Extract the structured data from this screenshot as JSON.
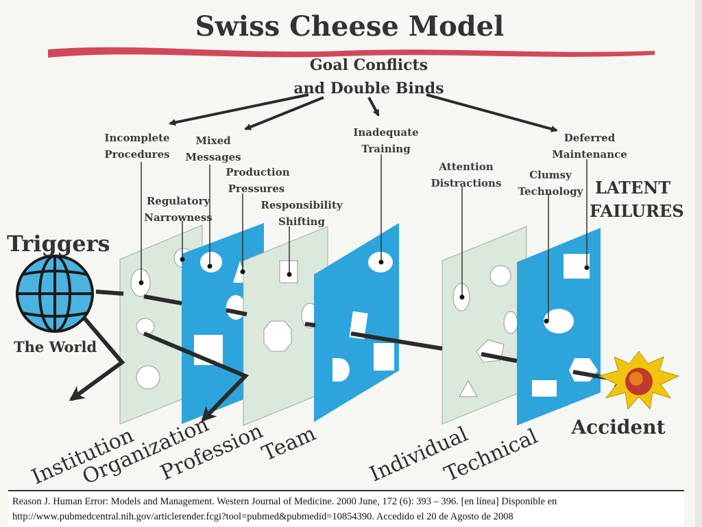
{
  "title": "Swiss Cheese Model",
  "colors": {
    "title_underline": "#d0485a",
    "light_panel": "#dbe8dc",
    "blue_panel": "#2ea4dc",
    "globe": "#4bb3e0",
    "arrow": "#2a2a2a",
    "accident_outer": "#f1c40f",
    "accident_inner": "#c0392b"
  },
  "goal_conflicts": [
    "Goal Conflicts",
    "and Double Binds"
  ],
  "latent_failures": [
    "LATENT",
    "FAILURES"
  ],
  "triggers": "Triggers",
  "the_world": "The World",
  "accident": "Accident",
  "failure_labels": {
    "incomplete_procedures": [
      "Incomplete",
      "Procedures"
    ],
    "mixed_messages": [
      "Mixed",
      "Messages"
    ],
    "production_pressures": [
      "Production",
      "Pressures"
    ],
    "regulatory_narrowness": [
      "Regulatory",
      "Narrowness"
    ],
    "responsibility_shifting": [
      "Responsibility",
      "Shifting"
    ],
    "inadequate_training": [
      "Inadequate",
      "Training"
    ],
    "attention_distractions": [
      "Attention",
      "Distractions"
    ],
    "clumsy_technology": [
      "Clumsy",
      "Technology"
    ],
    "deferred_maintenance": [
      "Deferred",
      "Maintenance"
    ]
  },
  "layers": [
    "Institution",
    "Organization",
    "Profession",
    "Team",
    "Individual",
    "Technical"
  ],
  "caption": {
    "line1": "Reason J. Human Error: Models and Management. Western Journal of Medicine. 2000 June, 172 (6): 393 – 396. [en línea] Disponible en",
    "line2": "http://www.pubmedcentral.nih.gov/articlerender.fcgi?tool=pubmed&pubmedid=10854390. Accedido el 20 de Agosto de 2008"
  }
}
